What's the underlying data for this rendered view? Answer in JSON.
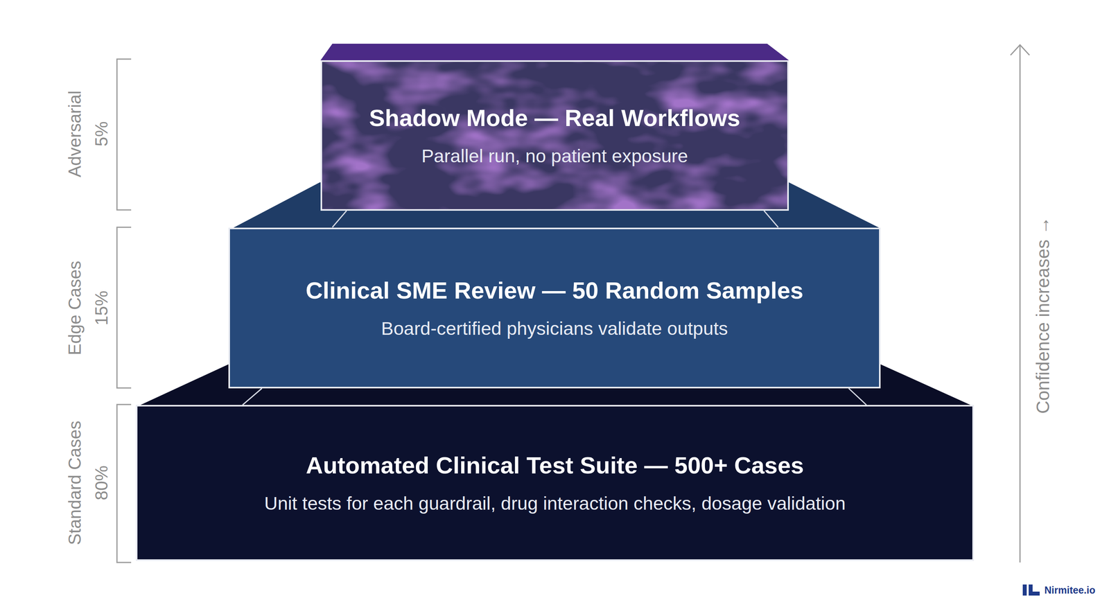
{
  "diagram": {
    "nodes": [
      {
        "text": [
          "Shadow Mode — Real Workflows",
          "Parallel run, no patient exposure"
        ]
      },
      {
        "text": [
          "Clinical SME Review — 50 Random Samples",
          "Board-certified physicians validate outputs"
        ]
      },
      {
        "text": [
          "Automated Clinical Test Suite — 500+ Cases",
          "Unit tests for each guardrail, drug interaction checks, dosage validation"
        ]
      }
    ],
    "labels": [
      "Adversarial",
      "5%",
      "Edge Cases",
      "15%",
      "Standard Cases",
      "80%",
      "Confidence increases →",
      "Nirmitee.io"
    ]
  }
}
